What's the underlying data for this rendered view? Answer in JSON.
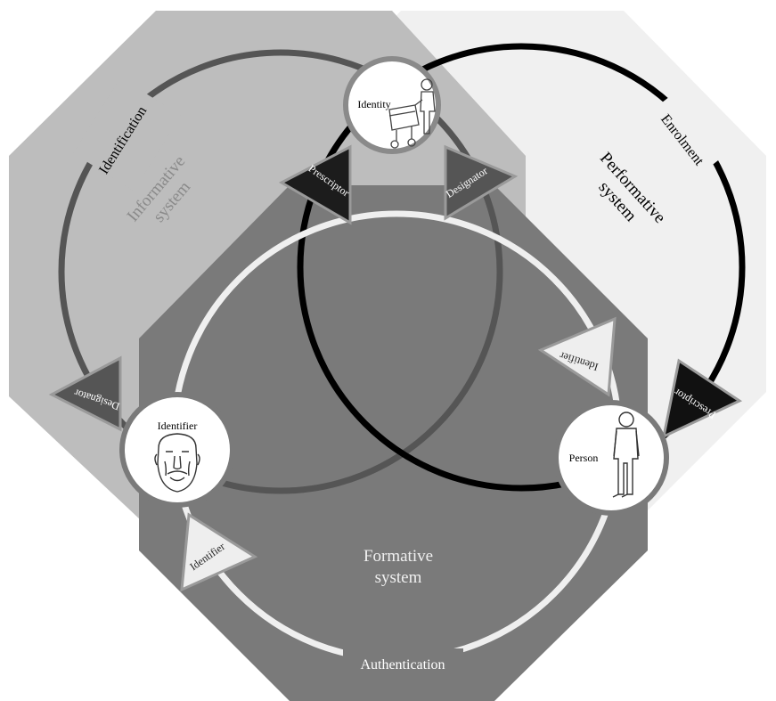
{
  "systems": {
    "informative": {
      "line1": "Informative",
      "line2": "system"
    },
    "performative": {
      "line1": "Performative",
      "line2": "system"
    },
    "formative": {
      "line1": "Formative",
      "line2": "system"
    }
  },
  "cycle_labels": {
    "identification": "Identification",
    "enrolment": "Enrolment",
    "authentication": "Authentication"
  },
  "nodes": {
    "identity": "Identity",
    "identifier": "Identifier",
    "person": "Person"
  },
  "arrows": {
    "prescriptor_top": "Prescriptor",
    "designator_top": "Designator",
    "designator_left": "Designator",
    "prescriptor_right": "Prescriptor",
    "identifier_right": "Identifier",
    "identifier_bottom": "Identifier"
  },
  "colors": {
    "informative_bg": "#bdbdbd",
    "performative_bg": "#f0f0f0",
    "formative_bg": "#7a7a7a",
    "informative_ring": "#555555",
    "performative_ring": "#000000",
    "formative_ring": "#efefef"
  }
}
